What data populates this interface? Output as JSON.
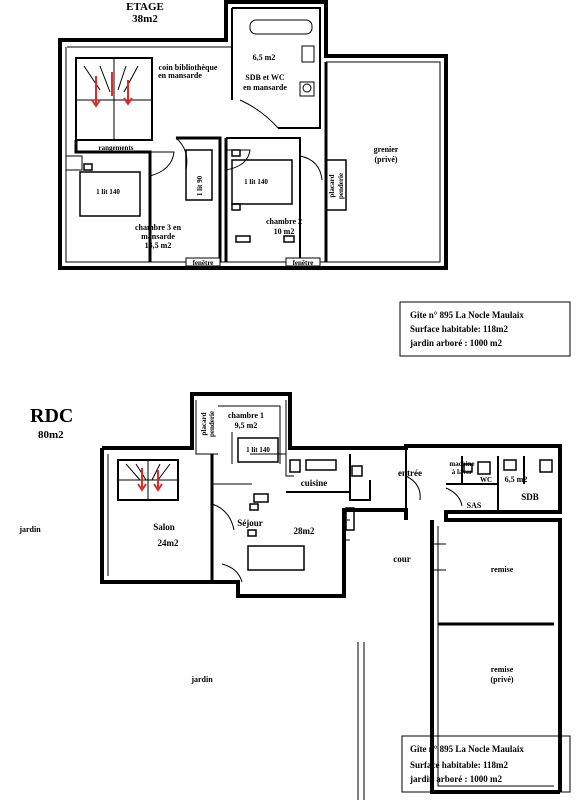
{
  "etage": {
    "title": "ETAGE",
    "area": "38m2",
    "sdb_area": "6,5 m2",
    "sdb_label_1": "SDB et WC",
    "sdb_label_2": "en mansarde",
    "coin_1": "coin bibliothèque",
    "coin_2": "en mansarde",
    "rangements": "rangements",
    "lit_140_a": "1 lit 140",
    "lit_90": "1 lit 90",
    "lit_140_b": "1 lit 140",
    "placard": "placard",
    "penderie": "penderie",
    "grenier_1": "grenier",
    "grenier_2": "(privé)",
    "chambre3_1": "chambre 3 en",
    "chambre3_2": "mansarde",
    "chambre3_3": "13,5 m2",
    "chambre2_1": "chambre 2",
    "chambre2_2": "10 m2",
    "fenetre_1": "fenêtre",
    "fenetre_2": "fenêtre"
  },
  "info_box_1": {
    "line1": "Gîte n° 895 La Nocle Maulaix",
    "line2": "Surface habitable: 118m2",
    "line3": "jardin arboré : 1000 m2"
  },
  "rdc": {
    "title": "RDC",
    "area": "80m2",
    "placard": "placard",
    "penderie": "penderie",
    "chambre1_1": "chambre 1",
    "chambre1_2": "9,5 m2",
    "lit_140": "1 lit 140",
    "cuisine": "cuisine",
    "entree": "entrée",
    "machine_1": "machine",
    "machine_2": "à laver",
    "wc": "WC",
    "sdb_area": "6,5 m2",
    "sas": "SAS",
    "sdb": "SDB",
    "jardin_left": "jardin",
    "salon": "Salon",
    "salon_area": "24m2",
    "sejour": "Séjour",
    "sejour_area": "28m2",
    "cour": "cour",
    "remise_1": "remise",
    "remise_2": "remise",
    "remise_2b": "(privé)",
    "jardin_bottom": "jardin"
  },
  "info_box_2": {
    "line1": "Gîte n° 895 La Nocle Maulaix",
    "line2": "Surface habitable: 118m2",
    "line3": "jardin arboré : 1000 m2"
  }
}
